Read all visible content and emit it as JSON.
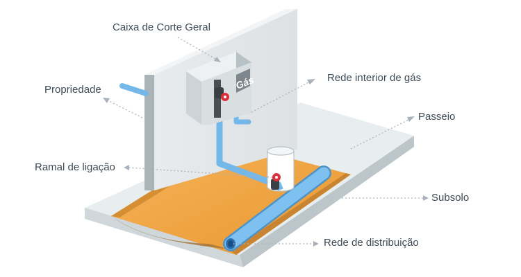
{
  "labels": {
    "caixa_corte_geral": "Caixa de Corte Geral",
    "propriedade": "Propriedade",
    "rede_interior_gas": "Rede interior de gás",
    "passeio": "Passeio",
    "ramal_ligacao": "Ramal de ligação",
    "subsolo": "Subsolo",
    "rede_distribuicao": "Rede de distribuição"
  },
  "box_sign": "Gás",
  "colors": {
    "pipe": "#74b8ea",
    "soil": "#f0a64a",
    "wall": "#e4e7e9",
    "pavement": "#e6eced",
    "box": "#d7dcdf",
    "valve": "#d9303a",
    "leader": "#a9b2ba",
    "text": "#3f4a55"
  }
}
